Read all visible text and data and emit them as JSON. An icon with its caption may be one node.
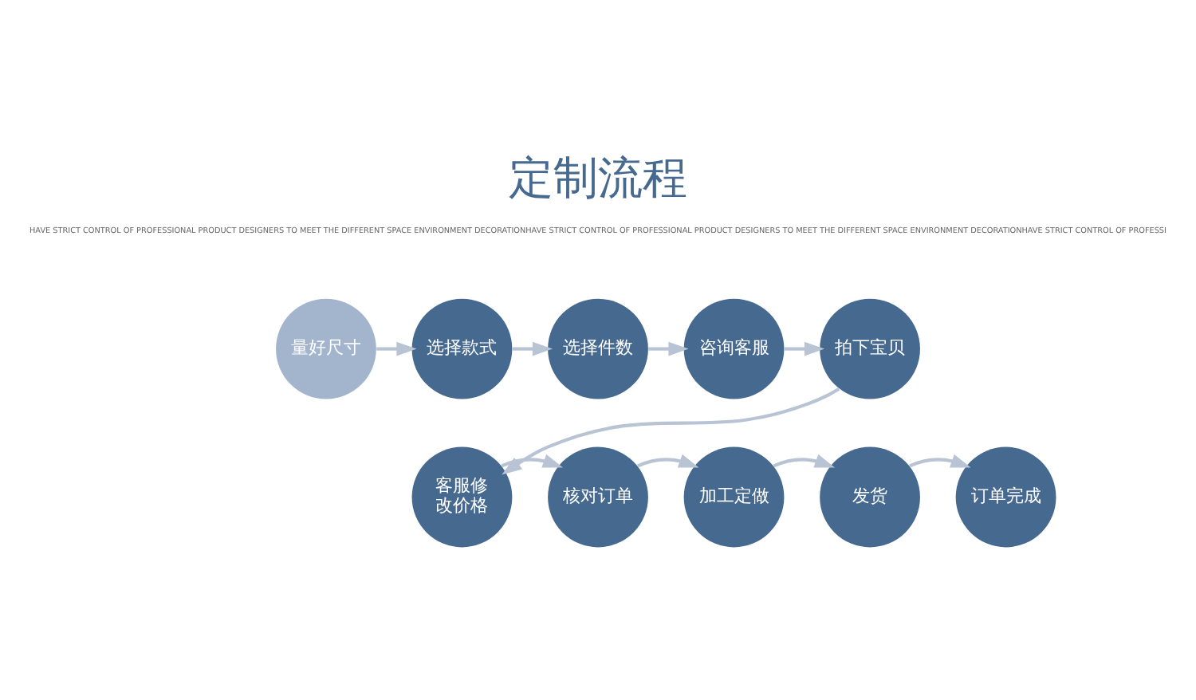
{
  "diagram": {
    "title": "定制流程",
    "nodes": [
      {
        "text": [
          "量好尺寸"
        ]
      },
      {
        "text": [
          "选择款式"
        ]
      },
      {
        "text": [
          "选择件数"
        ]
      },
      {
        "text": [
          "咨询客服"
        ]
      },
      {
        "text": [
          "拍下宝贝"
        ]
      },
      {
        "text": [
          "客服修改价格"
        ]
      },
      {
        "text": [
          "核对订单"
        ]
      },
      {
        "text": [
          "加工定做"
        ]
      },
      {
        "text": [
          "发货"
        ]
      },
      {
        "text": [
          "订单完成"
        ]
      }
    ],
    "edges": [
      {
        "from": 0,
        "to": 1,
        "arrow": "to"
      },
      {
        "from": 1,
        "to": 2,
        "arrow": "to"
      },
      {
        "from": 2,
        "to": 3,
        "arrow": "to"
      },
      {
        "from": 3,
        "to": 4,
        "arrow": "to"
      },
      {
        "from": 4,
        "to": 5,
        "arrow": "to"
      },
      {
        "from": 5,
        "to": 6,
        "arrow": "to"
      },
      {
        "from": 6,
        "to": 7,
        "arrow": "to"
      },
      {
        "from": 7,
        "to": 8,
        "arrow": "to"
      },
      {
        "from": 8,
        "to": 9,
        "arrow": "to"
      }
    ],
    "labels": [
      "HAVE STRICT CONTROL OF PROFESSIONAL PRODUCT DESIGNERS TO MEET THE DIFFERENT SPACE ENVIRONMENT DECORATIONHAVE STRICT CONTROL OF PROFESSIONAL PRODUCT DESIGNERS TO MEET THE DIFFERENT SPACE ENVIRONMENT DECORATIONHAVE STRICT CONTROL OF PROFESSI"
    ]
  }
}
